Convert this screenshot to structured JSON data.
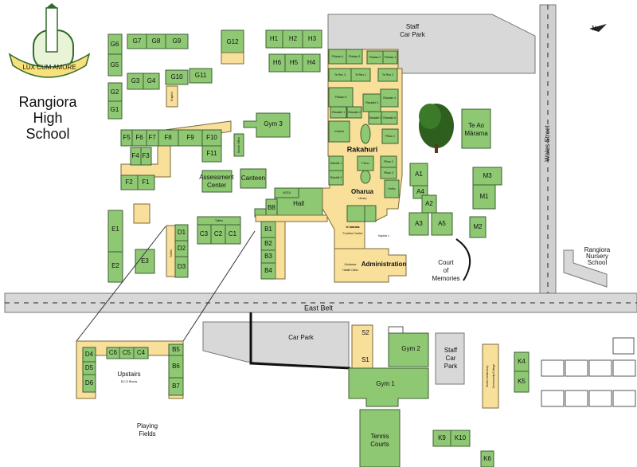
{
  "school": {
    "name_line1": "Rangiora",
    "name_line2": "High",
    "name_line3": "School",
    "motto": "LUX CUM AMORE"
  },
  "roads": {
    "east_belt": "East Belt",
    "wales_street": "Wales Street"
  },
  "areas": {
    "staff_car_park_top": "Staff\nCar Park",
    "car_park": "Car Park",
    "staff_car_park_bottom": "Staff\nCar\nPark",
    "playing_fields": "Playing\nFields",
    "court_of_memories": "Court\nof\nMemories",
    "nursery": "Rangiora\nNursery\nSchool",
    "upstairs": "Upstairs",
    "upstairs_sub": "B,C,D Blocks"
  },
  "buildings": {
    "rakahuri": "Rakahuri",
    "oharua": "Oharua",
    "library": "Library",
    "te_iwa": "te iwaraka",
    "function_centre": "Function Centre",
    "administration": "Administration",
    "guidance": "Guidance\nHealth Clinic",
    "hall": "Hall",
    "gym1": "Gym 1",
    "gym2": "Gym 2",
    "gym3": "Gym 3",
    "canteen": "Canteen",
    "assessment": "Assessment\nCenter",
    "te_ao_marama": "Te Ao\nMārama",
    "tennis": "Tennis\nCourts",
    "ncc": "North Canterbury\nCommunity College",
    "english": "English",
    "sports_office": "Sports Office",
    "toilets1": "Toilets",
    "toilets2": "Toilets",
    "ncea": "NCEA",
    "kapiha": "Kapiha 1",
    "rooms": [
      "G7",
      "G8",
      "G9",
      "G6",
      "G5",
      "G3",
      "G4",
      "G2",
      "G1",
      "G10",
      "G11",
      "G12",
      "H1",
      "H2",
      "H3",
      "H6",
      "H5",
      "H4",
      "F5",
      "F6",
      "F7",
      "F8",
      "F9",
      "F10",
      "F11",
      "F4",
      "F3",
      "F2",
      "F1",
      "E1",
      "E2",
      "E3",
      "D1",
      "D2",
      "D3",
      "C3",
      "C2",
      "C1",
      "B8",
      "B1",
      "B2",
      "B3",
      "B4",
      "A1",
      "A4",
      "A2",
      "A3",
      "A5",
      "M3",
      "M1",
      "M2",
      "D4",
      "D5",
      "D6",
      "C6",
      "C5",
      "C4",
      "B5",
      "B6",
      "B7",
      "S2",
      "S1",
      "K4",
      "K5",
      "K9",
      "K10",
      "K6"
    ],
    "small": [
      "Pūtaiao 4",
      "Pūtaiao 3",
      "Pūtaiao 2",
      "Pūtaiao 1",
      "Te Reo 3",
      "Te Reo 1",
      "Te Reo 2",
      "Pūtaiao 5",
      "Ōtautahi 1",
      "Ōtautahi 2",
      "Ōtautahi 3",
      "Ōtautahi 4",
      "Ōtautahi 5",
      "Ōtautahi 6",
      "Kōwhai",
      "Pīkau 1",
      "Pīkau 2",
      "Pīkau 3",
      "Rāwhiti 1",
      "Rāwhiti 2",
      "Pāmu",
      "Rākau",
      "Hoiho"
    ]
  }
}
